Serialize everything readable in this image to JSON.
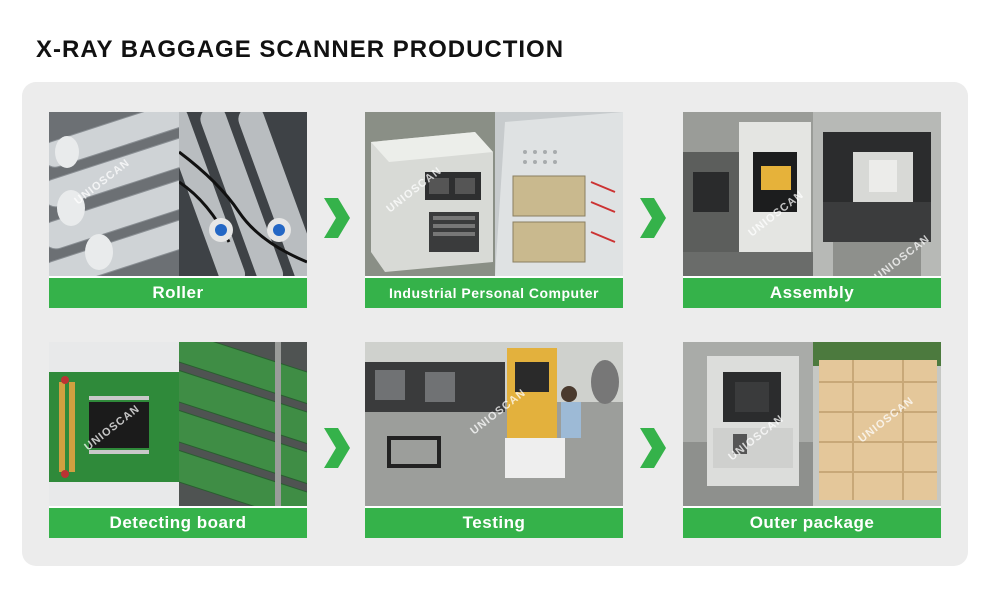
{
  "page": {
    "title": "X-RAY BAGGAGE SCANNER PRODUCTION"
  },
  "theme": {
    "accent": "#35b24a",
    "panel_bg": "#ececec"
  },
  "steps": [
    {
      "label": "Roller"
    },
    {
      "label": "Industrial Personal Computer"
    },
    {
      "label": "Assembly"
    },
    {
      "label": "Detecting board"
    },
    {
      "label": "Testing"
    },
    {
      "label": "Outer package"
    }
  ],
  "watermark": "UNIOSCAN",
  "arrow_icon": "chevron-right-icon"
}
